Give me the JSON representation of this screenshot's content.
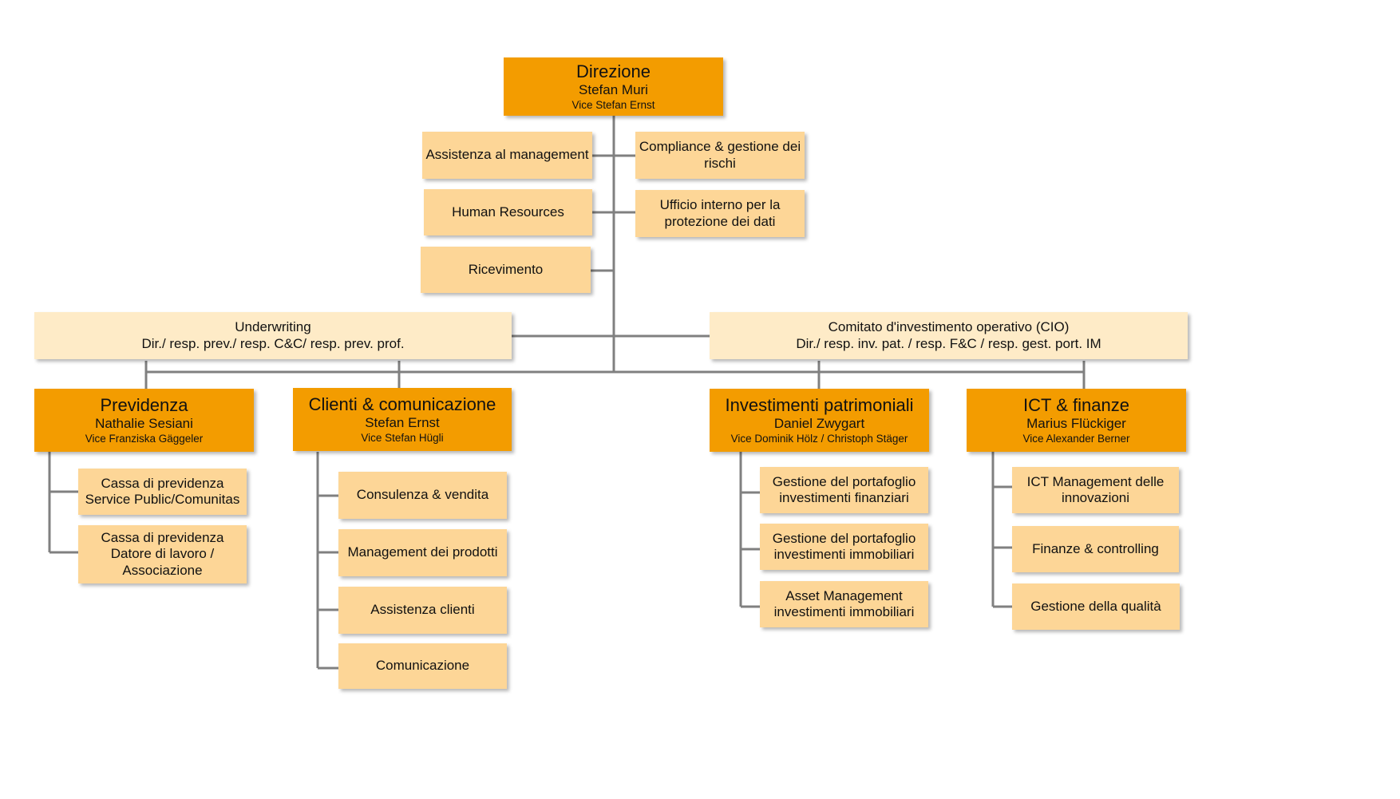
{
  "top": {
    "title": "Direzione",
    "head": "Stefan Muri",
    "vice": "Vice Stefan Ernst"
  },
  "staff_left": [
    "Assistenza al management",
    "Human Resources",
    "Ricevimento"
  ],
  "staff_right": [
    [
      "Compliance & gestione dei",
      "rischi"
    ],
    [
      "Ufficio interno per la",
      "protezione dei dati"
    ]
  ],
  "committees": {
    "underwriting": {
      "name": "Underwriting",
      "members": "Dir./ resp. prev./ resp. C&C/ resp. prev. prof."
    },
    "cio": {
      "name": "Comitato d'investimento operativo (CIO)",
      "members": "Dir./ resp. inv. pat. / resp. F&C / resp. gest. port. IM"
    }
  },
  "divisions": [
    {
      "title": "Previdenza",
      "head": "Nathalie Sesiani",
      "vice": "Vice Franziska Gäggeler",
      "units": [
        [
          "Cassa di previdenza",
          "Service Public/Comunitas"
        ],
        [
          "Cassa di previdenza",
          "Datore di lavoro /",
          "Associazione"
        ]
      ]
    },
    {
      "title": "Clienti & comunicazione",
      "head": "Stefan Ernst",
      "vice": "Vice Stefan Hügli",
      "units": [
        [
          "Consulenza & vendita"
        ],
        [
          "Management dei prodotti"
        ],
        [
          "Assistenza clienti"
        ],
        [
          "Comunicazione"
        ]
      ]
    },
    {
      "title": "Investimenti patrimoniali",
      "head": "Daniel Zwygart",
      "vice": "Vice Dominik Hölz / Christoph Stäger",
      "units": [
        [
          "Gestione del portafoglio",
          "investimenti finanziari"
        ],
        [
          "Gestione del portafoglio",
          "investimenti immobiliari"
        ],
        [
          "Asset Management",
          "investimenti immobiliari"
        ]
      ]
    },
    {
      "title": "ICT & finanze",
      "head": "Marius Flückiger",
      "vice": "Vice Alexander Berner",
      "units": [
        [
          "ICT Management delle",
          "innovazioni"
        ],
        [
          "Finanze & controlling"
        ],
        [
          "Gestione della qualità"
        ]
      ]
    }
  ],
  "colors": {
    "division": "#f39c00",
    "unit": "#fdd697",
    "committee": "#feebc7",
    "connector": "#808080"
  }
}
